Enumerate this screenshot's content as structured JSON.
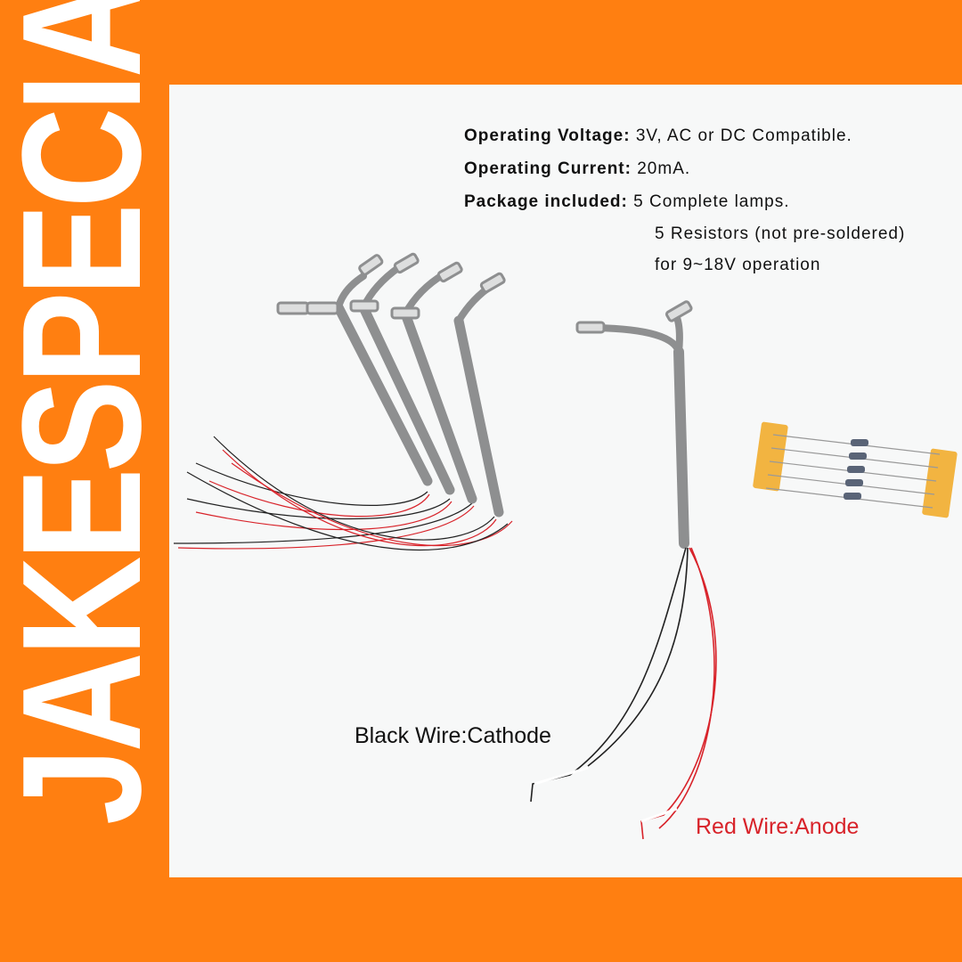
{
  "brand": {
    "name": "JAKESPECIAL"
  },
  "specs": {
    "operating_voltage": {
      "label": "Operating Voltage:",
      "value": "3V, AC or DC Compatible."
    },
    "operating_current": {
      "label": "Operating Current:",
      "value": "20mA."
    },
    "package": {
      "label": "Package included:",
      "lines": [
        "5 Complete lamps.",
        "5 Resistors (not pre-soldered)",
        "for 9~18V operation"
      ]
    }
  },
  "wire_labels": {
    "black": "Black Wire:Cathode",
    "red": "Red Wire:Anode"
  },
  "colors": {
    "frame": "#FF7F11",
    "panel": "#F7F8F8",
    "lamp_gray": "#8E8F90",
    "wire_red": "#D8232A",
    "wire_black": "#222222",
    "resistor_tape": "#F2B441"
  }
}
